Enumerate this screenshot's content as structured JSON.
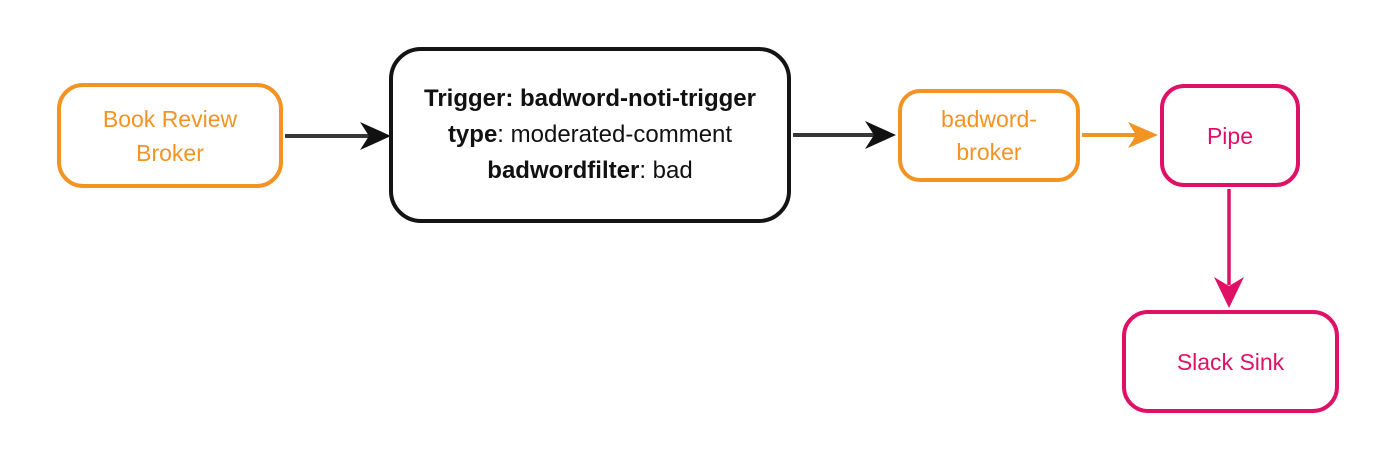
{
  "colors": {
    "orange": "#F39322",
    "pink": "#DF1166",
    "black_border": "#141414",
    "arrow_shaft_dark": "#363636",
    "arrow_head_dark": "#111111",
    "background": "#ffffff"
  },
  "nodes": {
    "book_review_broker": {
      "line1": "Book Review",
      "line2": "Broker"
    },
    "trigger": {
      "line1_bold": "Trigger: badword-noti-trigger",
      "line2_bold": "type",
      "line2_rest": ": moderated-comment",
      "line3_bold": "badwordfilter",
      "line3_rest": ": bad"
    },
    "badword_broker": {
      "line1": "badword-",
      "line2": "broker"
    },
    "pipe": {
      "label": "Pipe"
    },
    "slack_sink": {
      "label": "Slack Sink"
    }
  },
  "edges": [
    {
      "from": "book-review-broker",
      "to": "trigger-box",
      "color_name": "dark"
    },
    {
      "from": "trigger-box",
      "to": "badword-broker",
      "color_name": "dark"
    },
    {
      "from": "badword-broker",
      "to": "pipe",
      "color_name": "orange"
    },
    {
      "from": "pipe",
      "to": "slack-sink",
      "color_name": "pink"
    }
  ]
}
